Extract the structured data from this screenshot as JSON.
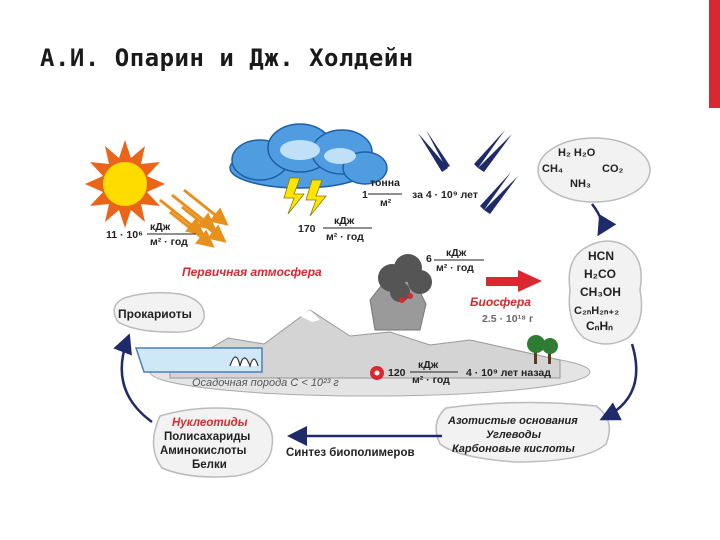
{
  "slide": {
    "title": "А.И. Опарин и Дж. Холдейн",
    "accent_color": "#d9282f"
  },
  "diagram": {
    "sun_energy": {
      "value": "11 · 10⁶",
      "unit_num": "кДж",
      "unit_den": "м² · год"
    },
    "lightning_energy": {
      "value": "170",
      "unit_num": "кДж",
      "unit_den": "м² · год"
    },
    "meteor": {
      "value": "1",
      "unit_num": "тонна",
      "unit_den": "м²",
      "period": "за 4 · 10⁹ лет"
    },
    "molecules_top": [
      "H₂ H₂O",
      "CH₄",
      "CO₂",
      "NH₃"
    ],
    "molecules_mid": [
      "HCN",
      "H₂CO",
      "CH₃OH",
      "C₂ₙH₂ₙ₊₂",
      "CₙHₙ"
    ],
    "volcano_energy": {
      "value": "6",
      "unit_num": "кДж",
      "unit_den": "м² · год"
    },
    "primary_atmosphere": "Первичная атмосфера",
    "biosphere": {
      "label": "Биосфера",
      "mass": "2.5 · 10¹⁸ г"
    },
    "prokaryotes": "Прокариоты",
    "sediment": "Осадочная порода С < 10²³ г",
    "radioactive": {
      "value": "120",
      "unit_num": "кДж",
      "unit_den": "м² · год",
      "time": "4 · 10⁹ лет назад"
    },
    "biopolymers": [
      "Нуклеотиды",
      "Полисахариды",
      "Аминокислоты",
      "Белки"
    ],
    "monomers": [
      "Азотистые основания",
      "Углеводы",
      "Карбоновые кислоты"
    ],
    "synthesis": "Синтез биополимеров"
  }
}
